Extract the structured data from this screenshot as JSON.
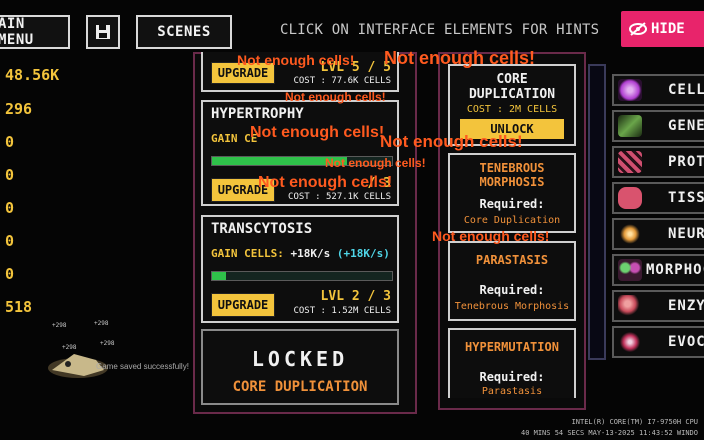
{
  "topbar": {
    "main_menu": "AIN MENU",
    "save_icon": "floppy-icon",
    "scenes": "SCENES",
    "hint": "CLICK ON INTERFACE ELEMENTS FOR HINTS",
    "hide": "HIDE"
  },
  "stats": [
    "48.56K",
    "296",
    "0",
    "0",
    "0",
    "0",
    "0",
    "518"
  ],
  "upgrades": [
    {
      "title": "",
      "upgrade_label": "UPGRADE",
      "level": "LVL 5 / 5",
      "cost": "COST : 77.6K CELLS"
    },
    {
      "title": "HYPERTROPHY",
      "gain_label": "GAIN CE",
      "bar_progress": 0.75,
      "upgrade_label": "UPGRADE",
      "level": "/ 3",
      "cost": "COST : 527.1K CELLS"
    },
    {
      "title": "TRANSCYTOSIS",
      "gain_label": "GAIN CELLS:",
      "gain_value": "+18K/s",
      "gain_rate": "(+18K/s)",
      "bar_progress": 0.08,
      "upgrade_label": "UPGRADE",
      "level": "LVL 2 / 3",
      "cost": "COST : 1.52M CELLS"
    }
  ],
  "locked": {
    "label": "LOCKED",
    "name": "CORE DUPLICATION"
  },
  "core": {
    "title1": "CORE",
    "title2": "DUPLICATION",
    "cost": "COST : 2M CELLS",
    "unlock": "UNLOCK"
  },
  "mutations": [
    {
      "title1": "TENEBROUS",
      "title2": "MORPHOSIS",
      "required": "Required:",
      "req_value": "Core Duplication"
    },
    {
      "title1": "PARASTASIS",
      "title2": "",
      "required": "Required:",
      "req_value": "Tenebrous Morphosis"
    },
    {
      "title1": "HYPERMUTATION",
      "title2": "",
      "required": "Required:",
      "req_value": "Parastasis"
    }
  ],
  "errors": {
    "msg": "Not enough cells!"
  },
  "sidebar": [
    {
      "label": "CELL",
      "icon": "cell-icon",
      "color": "#b03fd1"
    },
    {
      "label": "GENE",
      "icon": "dna-icon",
      "color": "#6aa54a"
    },
    {
      "label": "PROTE",
      "icon": "protein-icon",
      "color": "#d04f70"
    },
    {
      "label": "TISSU",
      "icon": "tissue-icon",
      "color": "#d9536e"
    },
    {
      "label": "NEURO",
      "icon": "neuron-icon",
      "color": "#e39a3a"
    },
    {
      "label": "MORPHOC",
      "icon": "morpho-icon",
      "color": "#c64fb3"
    },
    {
      "label": "ENZYM",
      "icon": "enzyme-icon",
      "color": "#c84a5a"
    },
    {
      "label": "EVOCYT",
      "icon": "evocyte-icon",
      "color": "#c0305a"
    }
  ],
  "game_saved": "Game saved successfully!",
  "floating": [
    "+298",
    "+298",
    "+298",
    "+298"
  ],
  "footer": {
    "cpu": "INTEL(R) CORE(TM) I7-9750H CPU",
    "session": "40 MINS 54 SECS   MAY-13-2025 11:43:52   WINDO"
  }
}
